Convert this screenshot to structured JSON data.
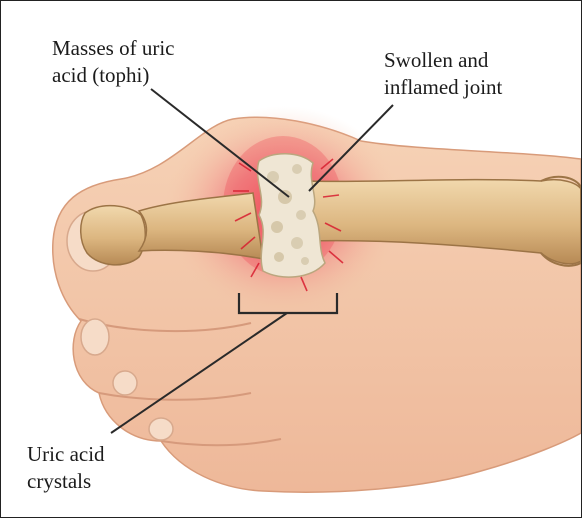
{
  "labels": {
    "tophi": {
      "line1": "Masses of uric",
      "line2": "acid (tophi)"
    },
    "swollen_joint": {
      "line1": "Swollen and",
      "line2": "inflamed joint"
    },
    "crystals": {
      "line1": "Uric acid",
      "line2": "crystals"
    }
  },
  "colors": {
    "skin": "#f3c7a6",
    "skin_shadow": "#e4a98a",
    "inflammation": "#ee3a4a",
    "bone": "#e2c18f",
    "bone_shadow": "#b98c55",
    "crystal": "#f2eadb",
    "leader_line": "#2a2a2a"
  }
}
